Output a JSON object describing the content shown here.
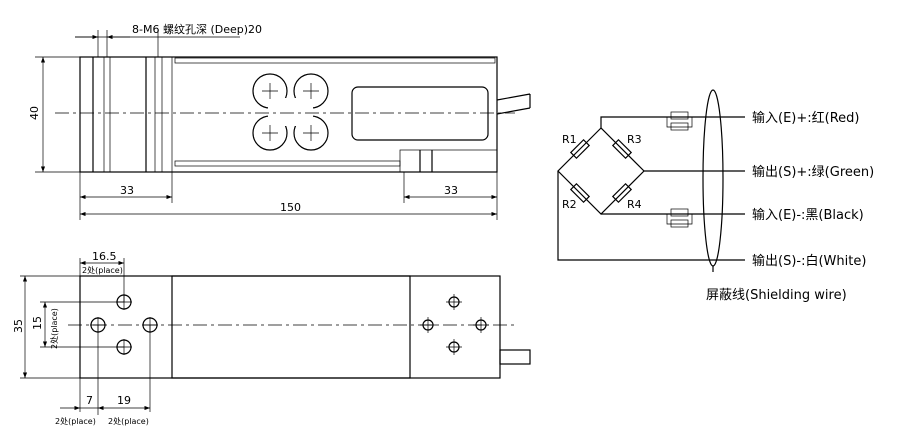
{
  "top_view": {
    "thread_note": "8-M6 螺纹孔深 (Deep)20",
    "dim_height": "40",
    "dim_left": "33",
    "dim_right": "33",
    "dim_length": "150"
  },
  "bottom_view": {
    "dim_height": "35",
    "dim_hole_spacing": "15",
    "dim_hole_spacing_note": "2处(place)",
    "dim_top": "16.5",
    "dim_top_note": "2处(place)",
    "dim_7": "7",
    "dim_7_note": "2处(place)",
    "dim_19": "19",
    "dim_19_note": "2处(place)"
  },
  "circuit": {
    "resistors": [
      "R1",
      "R2",
      "R3",
      "R4"
    ],
    "wires": [
      "输入(E)+:红(Red)",
      "输出(S)+:绿(Green)",
      "输入(E)-:黑(Black)",
      "输出(S)-:白(White)"
    ],
    "shield": "屏蔽线(Shielding wire)"
  }
}
